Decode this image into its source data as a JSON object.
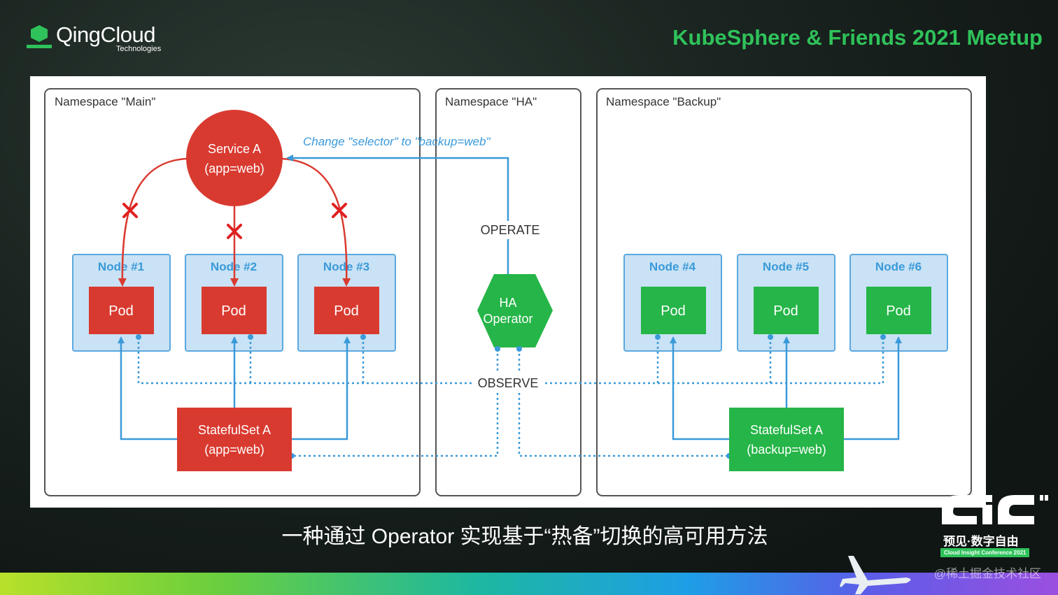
{
  "header": {
    "logo_name": "QingCloud",
    "logo_sub": "Technologies",
    "event_title": "KubeSphere & Friends 2021 Meetup"
  },
  "diagram": {
    "namespaces": [
      {
        "label": "Namespace \"Main\""
      },
      {
        "label": "Namespace \"HA\""
      },
      {
        "label": "Namespace \"Backup\""
      }
    ],
    "service": {
      "line1": "Service A",
      "line2": "(app=web)"
    },
    "nodes": [
      {
        "label": "Node #1",
        "pod": "Pod"
      },
      {
        "label": "Node #2",
        "pod": "Pod"
      },
      {
        "label": "Node #3",
        "pod": "Pod"
      },
      {
        "label": "Node #4",
        "pod": "Pod"
      },
      {
        "label": "Node #5",
        "pod": "Pod"
      },
      {
        "label": "Node #6",
        "pod": "Pod"
      }
    ],
    "statefulsets": [
      {
        "line1": "StatefulSet A",
        "line2": "(app=web)"
      },
      {
        "line1": "StatefulSet A",
        "line2": "(backup=web)"
      }
    ],
    "operator": {
      "line1": "HA",
      "line2": "Operator"
    },
    "change_label": "Change \"selector\" to \"backup=web\"",
    "operate_label": "OPERATE",
    "observe_label": "OBSERVE"
  },
  "subtitle": "一种通过 Operator 实现基于“热备”切换的高可用方法",
  "conference": {
    "name": "预见·数字自由",
    "sub": "Cloud Insight Conference 2021"
  },
  "watermark": "@稀土掘金技术社区",
  "colors": {
    "red": "#d93a30",
    "green": "#25b548",
    "blue": "#3a9ad9",
    "node_fill": "#c9e2f5",
    "brand_green": "#2fc25a"
  }
}
